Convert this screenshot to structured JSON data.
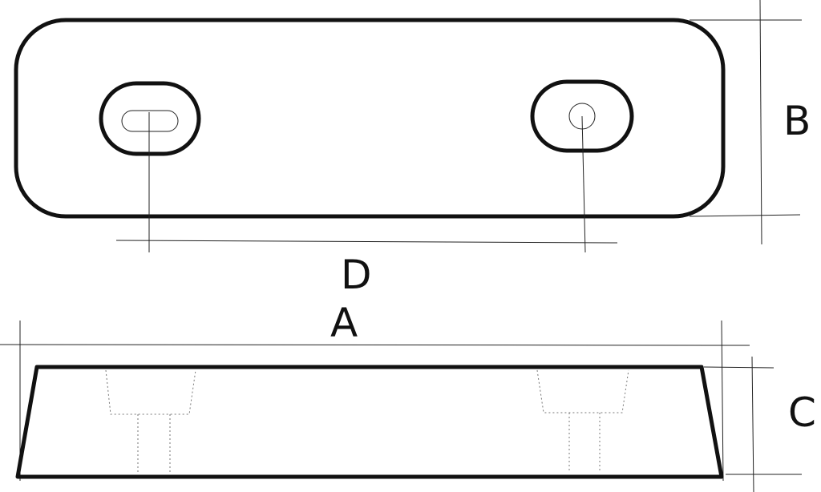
{
  "labels": {
    "a": "A",
    "b": "B",
    "c": "C",
    "d": "D"
  },
  "colors": {
    "stroke": "#111111",
    "background": "#ffffff"
  }
}
